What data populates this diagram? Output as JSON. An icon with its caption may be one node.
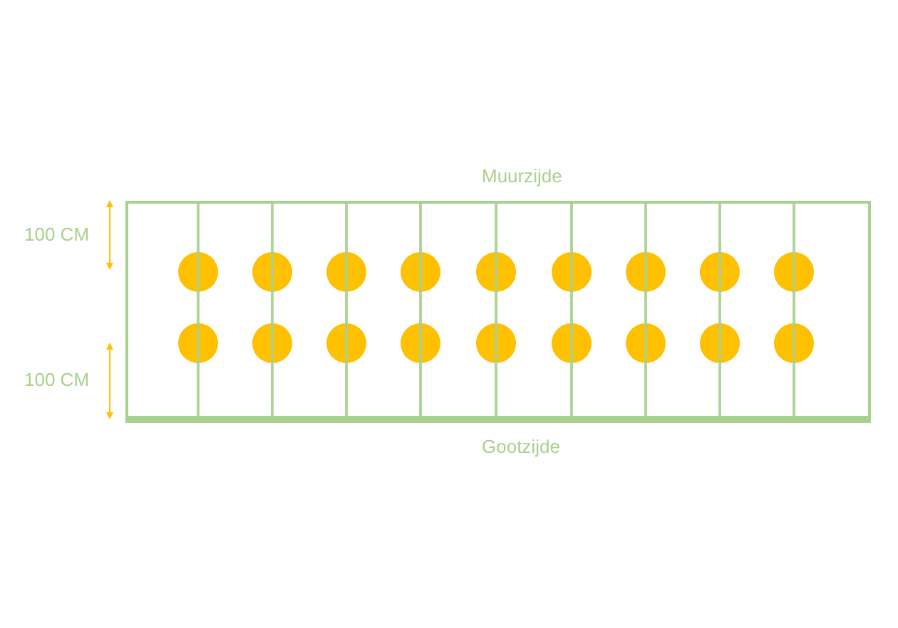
{
  "diagram": {
    "labels": [
      "Muurzijde",
      "100 CM",
      "100 CM",
      "Gootzijde"
    ]
  }
}
